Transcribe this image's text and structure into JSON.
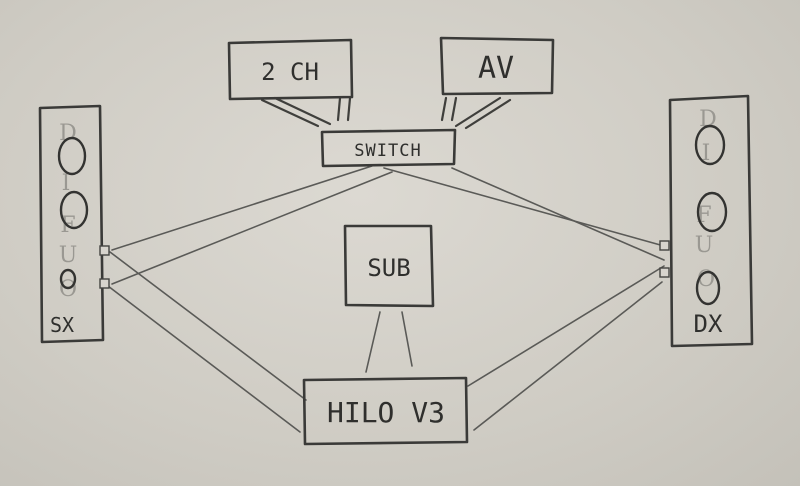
{
  "nodes": {
    "two_ch": "2 CH",
    "av": "AV",
    "switch": "SWITCH",
    "sub": "SUB",
    "hilo": "HILO V3",
    "left_speaker": "SX",
    "right_speaker": "DX"
  },
  "speaker_letters": [
    "D",
    "I",
    "F",
    "U",
    "O"
  ],
  "colors": {
    "paper": "#cfccc4",
    "pencil": "#3a3a38",
    "faint_pencil": "#9a9892"
  }
}
